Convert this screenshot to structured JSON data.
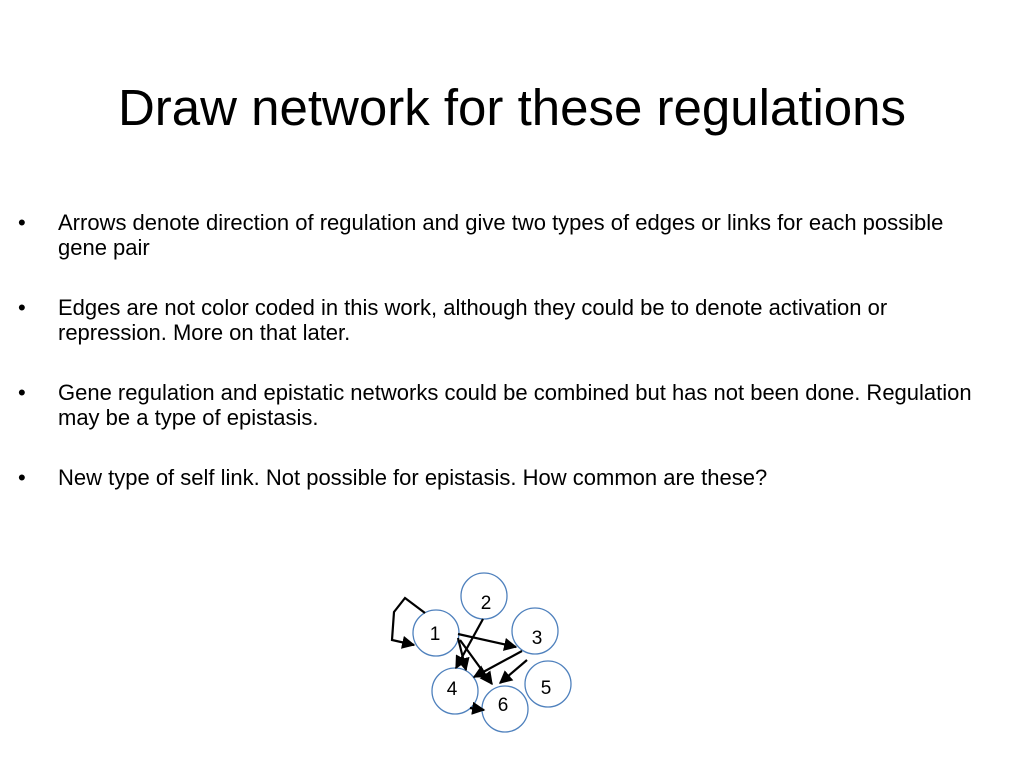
{
  "slide": {
    "title": "Draw network for these regulations",
    "bullets": [
      "Arrows denote direction of regulation and give two types of edges or links for each possible gene pair",
      "Edges are not color coded in this work, although they could be to denote activation or repression. More on that later.",
      "Gene regulation and epistatic networks could be combined but has not been done. Regulation may be a type of epistasis.",
      "New type of self link. Not possible for epistasis. How common are these?"
    ],
    "bullet_glyph": "•"
  },
  "network": {
    "nodes": [
      {
        "id": "1",
        "label": "1"
      },
      {
        "id": "2",
        "label": "2"
      },
      {
        "id": "3",
        "label": "3"
      },
      {
        "id": "4",
        "label": "4"
      },
      {
        "id": "5",
        "label": "5"
      },
      {
        "id": "6",
        "label": "6"
      }
    ],
    "edges": [
      {
        "from": "1",
        "to": "1",
        "kind": "self-loop"
      },
      {
        "from": "1",
        "to": "3"
      },
      {
        "from": "1",
        "to": "4"
      },
      {
        "from": "1",
        "to": "6"
      },
      {
        "from": "2",
        "to": "4"
      },
      {
        "from": "3",
        "to": "4"
      },
      {
        "from": "5",
        "to": "6"
      },
      {
        "from": "4",
        "to": "6"
      }
    ],
    "node_stroke_color": "#4f81bd",
    "edge_color": "#000000"
  }
}
